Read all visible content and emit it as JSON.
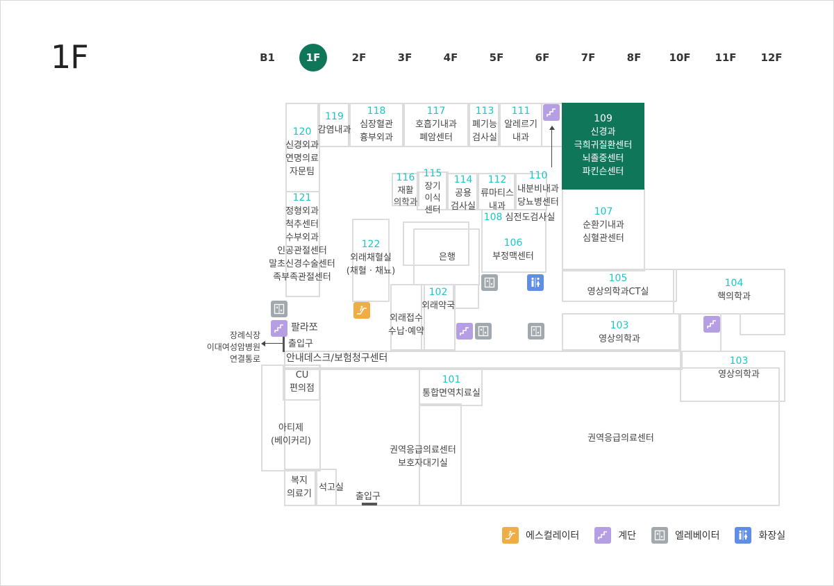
{
  "floor_title": "1F",
  "floors": [
    "B1",
    "1F",
    "2F",
    "3F",
    "4F",
    "5F",
    "6F",
    "7F",
    "8F",
    "10F",
    "11F",
    "12F"
  ],
  "active_floor": "1F",
  "rooms": {
    "r109": {
      "num": "109",
      "lines": [
        "신경과",
        "극희귀질환센터",
        "뇌졸중센터",
        "파킨슨센터"
      ]
    },
    "r119": {
      "num": "119",
      "lines": [
        "감염내과"
      ]
    },
    "r118": {
      "num": "118",
      "lines": [
        "심장혈관",
        "흉부외과"
      ]
    },
    "r117": {
      "num": "117",
      "lines": [
        "호흡기내과",
        "폐암센터"
      ]
    },
    "r113": {
      "num": "113",
      "lines": [
        "폐기능",
        "검사실"
      ]
    },
    "r111": {
      "num": "111",
      "lines": [
        "알레르기",
        "내과"
      ]
    },
    "r120": {
      "num": "120",
      "lines": [
        "신경외과",
        "연명의료",
        "자문팀"
      ]
    },
    "r121": {
      "num": "121",
      "lines": [
        "정형외과",
        "척추센터",
        "수부외과",
        "인공관절센터",
        "말초신경수술센터",
        "족부족관절센터"
      ]
    },
    "r116": {
      "num": "116",
      "lines": [
        "재활",
        "의학과"
      ]
    },
    "r115": {
      "num": "115",
      "lines": [
        "장기",
        "이식",
        "센터"
      ]
    },
    "r114": {
      "num": "114",
      "lines": [
        "공용",
        "검사실"
      ]
    },
    "r112": {
      "num": "112",
      "lines": [
        "류마티스",
        "내과"
      ]
    },
    "r110": {
      "num": "110",
      "lines": [
        "내분비내과",
        "당뇨병센터"
      ]
    },
    "r108": {
      "num": "108",
      "lines": [
        "심전도검사실"
      ]
    },
    "r107": {
      "num": "107",
      "lines": [
        "순환기내과",
        "심혈관센터"
      ]
    },
    "r122": {
      "num": "122",
      "lines": [
        "외래채혈실",
        "(채혈 · 채뇨)"
      ]
    },
    "bank": {
      "num": "",
      "lines": [
        "은행"
      ]
    },
    "r106": {
      "num": "106",
      "lines": [
        "부정맥센터"
      ]
    },
    "r105": {
      "num": "105",
      "lines": [
        "영상의학과CT실"
      ]
    },
    "r104": {
      "num": "104",
      "lines": [
        "핵의학과"
      ]
    },
    "r102": {
      "num": "102",
      "lines": [
        "외래약국"
      ]
    },
    "reception": {
      "num": "",
      "lines": [
        "외래접수",
        "수납·예약"
      ]
    },
    "r103a": {
      "num": "103",
      "lines": [
        "영상의학과"
      ]
    },
    "r103b": {
      "num": "103",
      "lines": [
        "영상의학과"
      ]
    },
    "r101": {
      "num": "101",
      "lines": [
        "통합면역치료실"
      ]
    },
    "cu": {
      "num": "",
      "lines": [
        "CU",
        "편의점"
      ]
    },
    "atije": {
      "num": "",
      "lines": [
        "아티제",
        "(베이커리)"
      ]
    },
    "welfare": {
      "num": "",
      "lines": [
        "복지",
        "의료기"
      ]
    },
    "cast": {
      "num": "",
      "lines": [
        "석고실"
      ]
    },
    "er_wait": {
      "num": "",
      "lines": [
        "권역응급의료센터",
        "보호자대기실"
      ]
    },
    "er": {
      "num": "",
      "lines": [
        "권역응급의료센터"
      ]
    }
  },
  "labels": {
    "palazzo": "팔라쪼",
    "entrance_left": "출입구",
    "info_desk": "안내데스크/보험청구센터",
    "connection": [
      "장례식장",
      "이대여성암병원",
      "연결통로"
    ],
    "entrance_bottom": "출입구"
  },
  "legend": [
    {
      "icon": "escalator-icon",
      "label": "에스컬레이터"
    },
    {
      "icon": "stairs-icon",
      "label": "계단"
    },
    {
      "icon": "elevator-icon",
      "label": "엘레베이터"
    },
    {
      "icon": "restroom-icon",
      "label": "화장실"
    }
  ],
  "colors": {
    "active": "#10765a",
    "room_number": "#19c7c7",
    "escalator": "#f1ad45",
    "stairs": "#b59ee3",
    "elevator": "#a2a9ae",
    "restroom": "#5e8ee6"
  }
}
